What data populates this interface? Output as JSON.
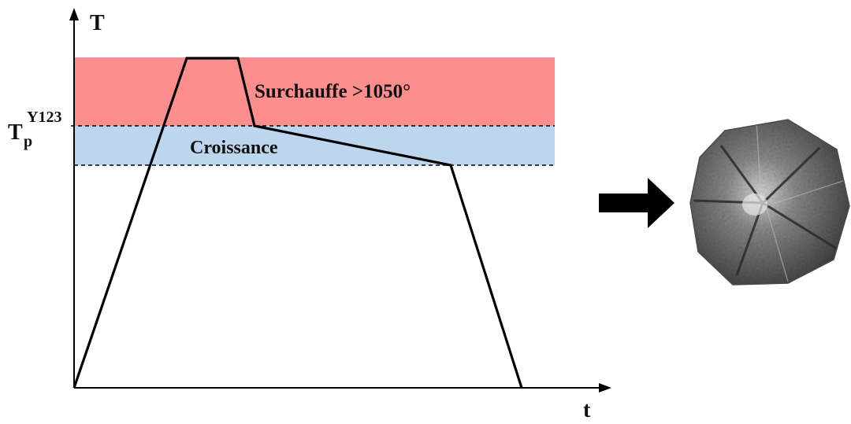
{
  "diagram": {
    "axis_y_label": "T",
    "axis_x_label": "t",
    "tp_main": "T",
    "tp_sub": "p",
    "tp_sup": "Y123",
    "zone_overheat_label": "Surchauffe >1050°",
    "zone_growth_label": "Croissance",
    "colors": {
      "overheat_zone": "#fe8e8e",
      "growth_zone": "#bdd5ee",
      "line": "#000000",
      "arrow": "#000000"
    },
    "icons": {
      "result_arrow": "right-arrow-icon",
      "sample": "pellet-micrograph-icon"
    }
  }
}
